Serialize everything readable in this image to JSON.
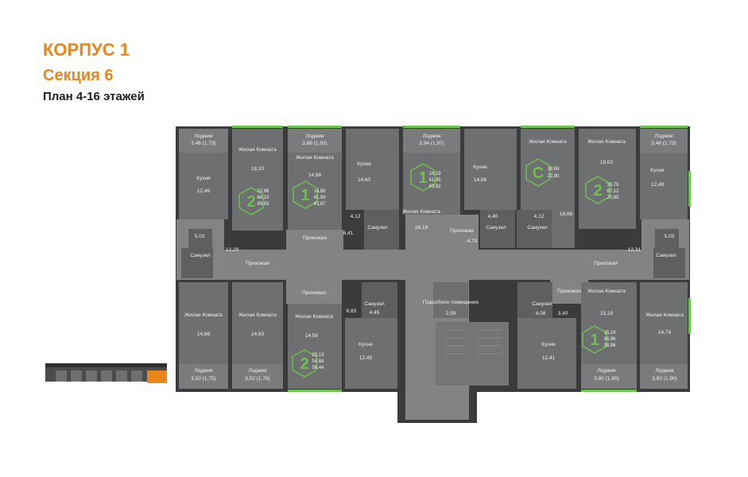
{
  "header": {
    "building": "КОРПУС 1",
    "section": "Секция 6",
    "plan": "План 4-16 этажей"
  },
  "colors": {
    "accent": "#e8861c",
    "apartment_marker": "#6cc24a",
    "wall": "#3a3b3c",
    "room": "#6e6f71",
    "corridor": "#828385"
  },
  "labels": {
    "loggia": "Лоджия",
    "living_room": "Жилая Комната",
    "kitchen": "Кухня",
    "hallway": "Прихожая",
    "bathroom": "Санузел",
    "utility_room": "Подсобное помещение"
  },
  "areas": {
    "a0": "3,46 (1,73)",
    "a1": "12,49",
    "a2": "5,03",
    "a3": "12,29",
    "a4": "18,20",
    "a5": "3,86 (1,93)",
    "a6": "14,88",
    "a7": "6,41",
    "a8": "14,60",
    "a9": "4,12",
    "a10": "3,94 (1,97)",
    "a11": "16,19",
    "a12": "14,56",
    "a13": "4,40",
    "a14": "4,73",
    "a15": "4,12",
    "a16": "18,68",
    "a17": "3,46 (1,73)",
    "a18": "19,02",
    "a19": "12,49",
    "a20": "5,03",
    "a21": "12,31",
    "a22": "14,66",
    "a23": "3,50 (1,75)",
    "a24": "14,63",
    "a25": "3,52 (1,76)",
    "a26": "14,56",
    "a27": "6,83",
    "a28": "4,45",
    "a29": "12,45",
    "a30": "2,59",
    "a31": "4,08",
    "a32": "3,40",
    "a33": "12,41",
    "a34": "15,19",
    "a35": "3,80 (1,90)",
    "a36": "14,74",
    "a37": "3,80 (1,90)"
  },
  "apartments": [
    {
      "rooms": "2",
      "living": "32,86",
      "total": "66,15",
      "full": "69,63"
    },
    {
      "rooms": "1",
      "living": "14,88",
      "total": "41,94",
      "full": "43,87"
    },
    {
      "rooms": "1",
      "living": "16,19",
      "total": "41,85",
      "full": "43,82"
    },
    {
      "rooms": "С",
      "living": "18,68",
      "total": "22,80",
      "full": ""
    },
    {
      "rooms": "2",
      "living": "33,76",
      "total": "67,12",
      "full": "70,85"
    },
    {
      "rooms": "2",
      "living": "29,19",
      "total": "54,68",
      "full": "56,44"
    },
    {
      "rooms": "1",
      "living": "15,19",
      "total": "36,96",
      "full": "38,86"
    }
  ]
}
